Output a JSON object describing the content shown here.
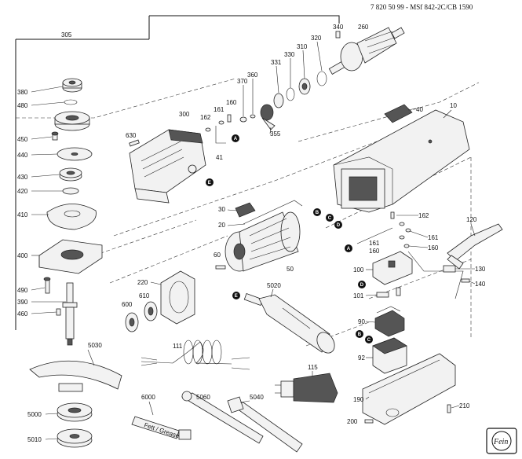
{
  "header": {
    "part_code": "7 820 50 99 - MSf 842-2C/CB 1590"
  },
  "logo": {
    "brand": "Fein"
  },
  "labels": {
    "p305": "305",
    "p300": "300",
    "p380": "380",
    "p480": "480",
    "p450": "450",
    "p440": "440",
    "p430": "430",
    "p420": "420",
    "p410": "410",
    "p400": "400",
    "p490": "490",
    "p390": "390",
    "p460": "460",
    "p5030": "5030",
    "p5000": "5000",
    "p5010": "5010",
    "p630": "630",
    "p162a": "162",
    "p161a": "161",
    "p160a": "160",
    "p41": "41",
    "p370": "370",
    "p360": "360",
    "p331": "331",
    "p330": "330",
    "p310": "310",
    "p320": "320",
    "p340": "340",
    "p260": "260",
    "p355": "355",
    "p40": "40",
    "p10": "10",
    "p30": "30",
    "p20": "20",
    "p50": "50",
    "p60": "60",
    "p162b": "162",
    "p161b": "161",
    "p160b": "160",
    "p161c": "161",
    "p160c": "160",
    "p120": "120",
    "p130": "130",
    "p140": "140",
    "p100": "100",
    "p101": "101",
    "p90": "90",
    "p92": "92",
    "p190": "190",
    "p210": "210",
    "p200": "200",
    "p220": "220",
    "p610": "610",
    "p600": "600",
    "p5020": "5020",
    "p111": "111",
    "p115": "115",
    "p6000": "6000",
    "p5060": "5060",
    "p5040": "5040"
  },
  "markers": {
    "A": "A",
    "B": "B",
    "C": "C",
    "D": "D",
    "E": "E"
  },
  "tube_text": "Fett / Grease"
}
